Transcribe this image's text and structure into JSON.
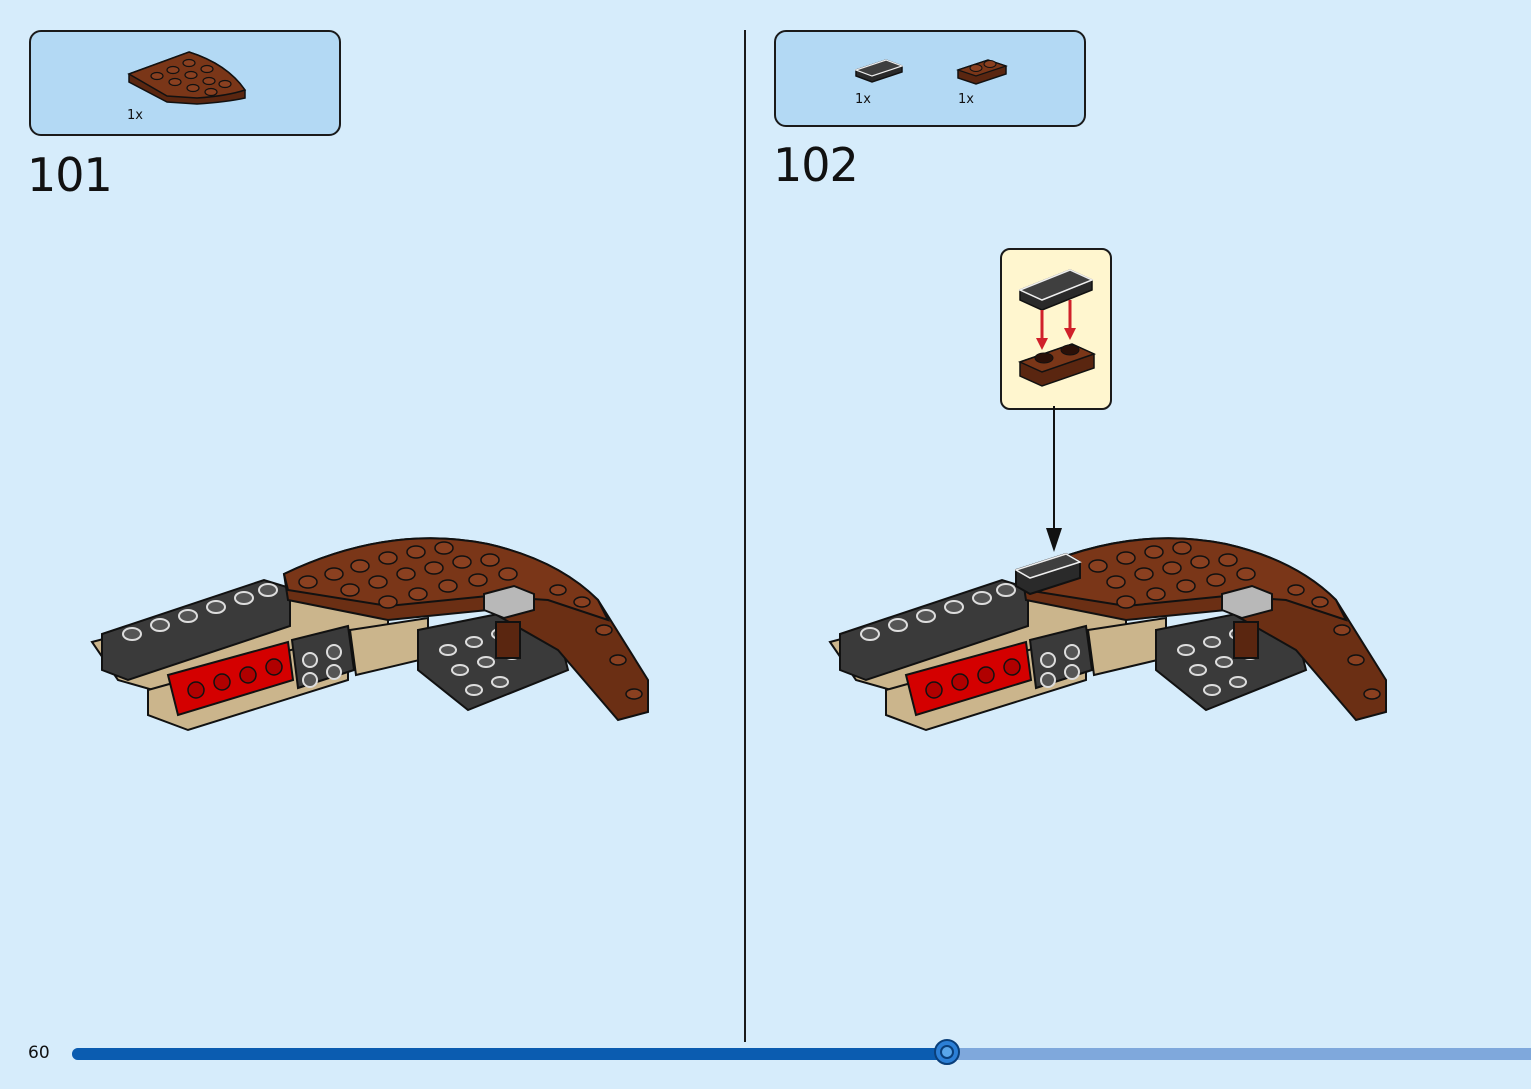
{
  "page": {
    "number": "60"
  },
  "progress": {
    "fraction": 0.6
  },
  "steps": [
    {
      "number": "101",
      "parts": [
        {
          "qty": "1x",
          "part": "brown-quarter-round-plate"
        }
      ]
    },
    {
      "number": "102",
      "parts": [
        {
          "qty": "1x",
          "part": "black-tile-1x2"
        },
        {
          "qty": "1x",
          "part": "brown-plate-1x2"
        }
      ],
      "callout": {
        "instruction": "tile-onto-plate",
        "arrow_color": "#d0202a"
      }
    }
  ],
  "colors": {
    "background": "#d6ecfb",
    "parts_box": "#b3d9f4",
    "callout_box": "#fff6cf",
    "brown": "#6b2f14",
    "black_brick": "#3a3a3a",
    "red_brick": "#d40000",
    "tan": "#cbb58c",
    "progress_done": "#0b5cb0",
    "progress_remaining": "#7fa8dc"
  }
}
